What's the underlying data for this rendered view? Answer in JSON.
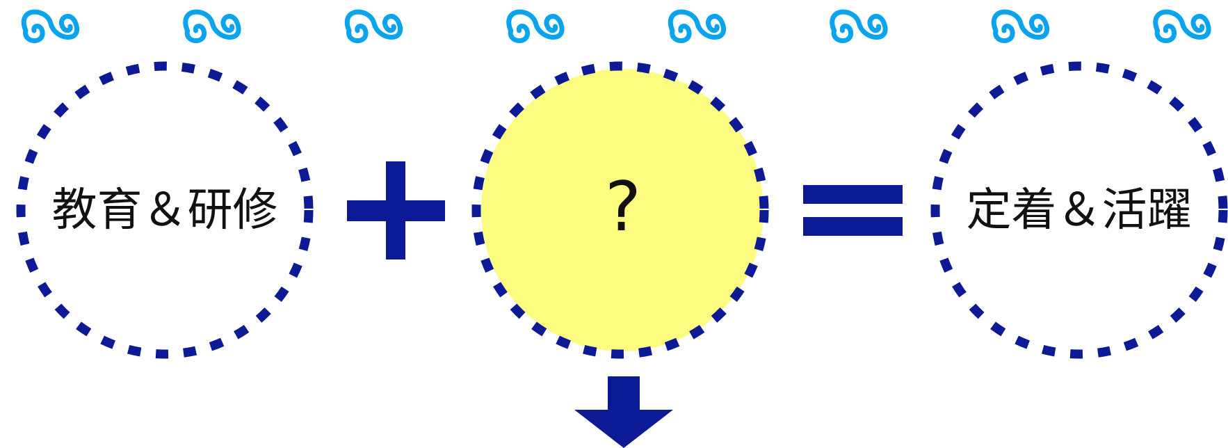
{
  "colors": {
    "ornament": "#0aa3ee",
    "accent": "#0c1a96",
    "highlight_fill": "#fcfc80",
    "text": "#111111",
    "background": "#ffffff"
  },
  "ornament_icon": "swirl-icon",
  "ornament_count": 8,
  "circles": [
    {
      "id": "education",
      "label": "教育＆研修",
      "highlighted": false
    },
    {
      "id": "unknown",
      "label": "?",
      "highlighted": true
    },
    {
      "id": "result",
      "label": "定着＆活躍",
      "highlighted": false
    }
  ],
  "operators": {
    "plus_icon": "plus-icon",
    "equals_icon": "equals-icon"
  },
  "arrow_icon": "arrow-down-icon"
}
